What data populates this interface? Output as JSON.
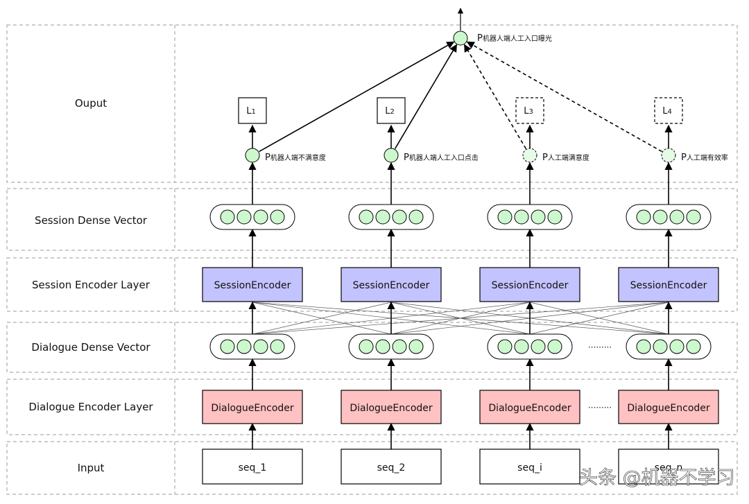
{
  "layers": [
    {
      "id": "output",
      "label": "Ouput"
    },
    {
      "id": "sdv",
      "label": "Session Dense Vector"
    },
    {
      "id": "sel",
      "label": "Session Encoder Layer"
    },
    {
      "id": "ddv",
      "label": "Dialogue Dense Vector"
    },
    {
      "id": "del",
      "label": "Dialogue Encoder Layer"
    },
    {
      "id": "input",
      "label": "Input"
    }
  ],
  "inputs": [
    "seq_1",
    "seq_2",
    "seq_i",
    "seq_n"
  ],
  "dialogue_encoder_label": "DialogueEncoder",
  "session_encoder_label": "SessionEncoder",
  "ellipsis": "·········",
  "probabilities": [
    {
      "prefix": "P",
      "sub": "机器人端不满意度",
      "dashed": false
    },
    {
      "prefix": "P",
      "sub": "机器人端人工入口点击",
      "dashed": false
    },
    {
      "prefix": "P",
      "sub": "人工端满意度",
      "dashed": true
    },
    {
      "prefix": "P",
      "sub": "人工端有效率",
      "dashed": true
    }
  ],
  "losses": [
    {
      "letter": "L",
      "index": "1",
      "dashed": false
    },
    {
      "letter": "L",
      "index": "2",
      "dashed": false
    },
    {
      "letter": "L",
      "index": "3",
      "dashed": true
    },
    {
      "letter": "L",
      "index": "4",
      "dashed": true
    }
  ],
  "top_output": {
    "prefix": "P",
    "sub": "机器人端人工入口曝光"
  },
  "watermark": "头条 @机器不学习",
  "colors": {
    "session_encoder_fill": "#c3c3ff",
    "dialogue_encoder_fill": "#ffc1c1",
    "node_fill": "#cdf7cd",
    "dashed_node_fill": "#e6fbe6",
    "border": "#000000",
    "divider": "#9a9a9a"
  }
}
